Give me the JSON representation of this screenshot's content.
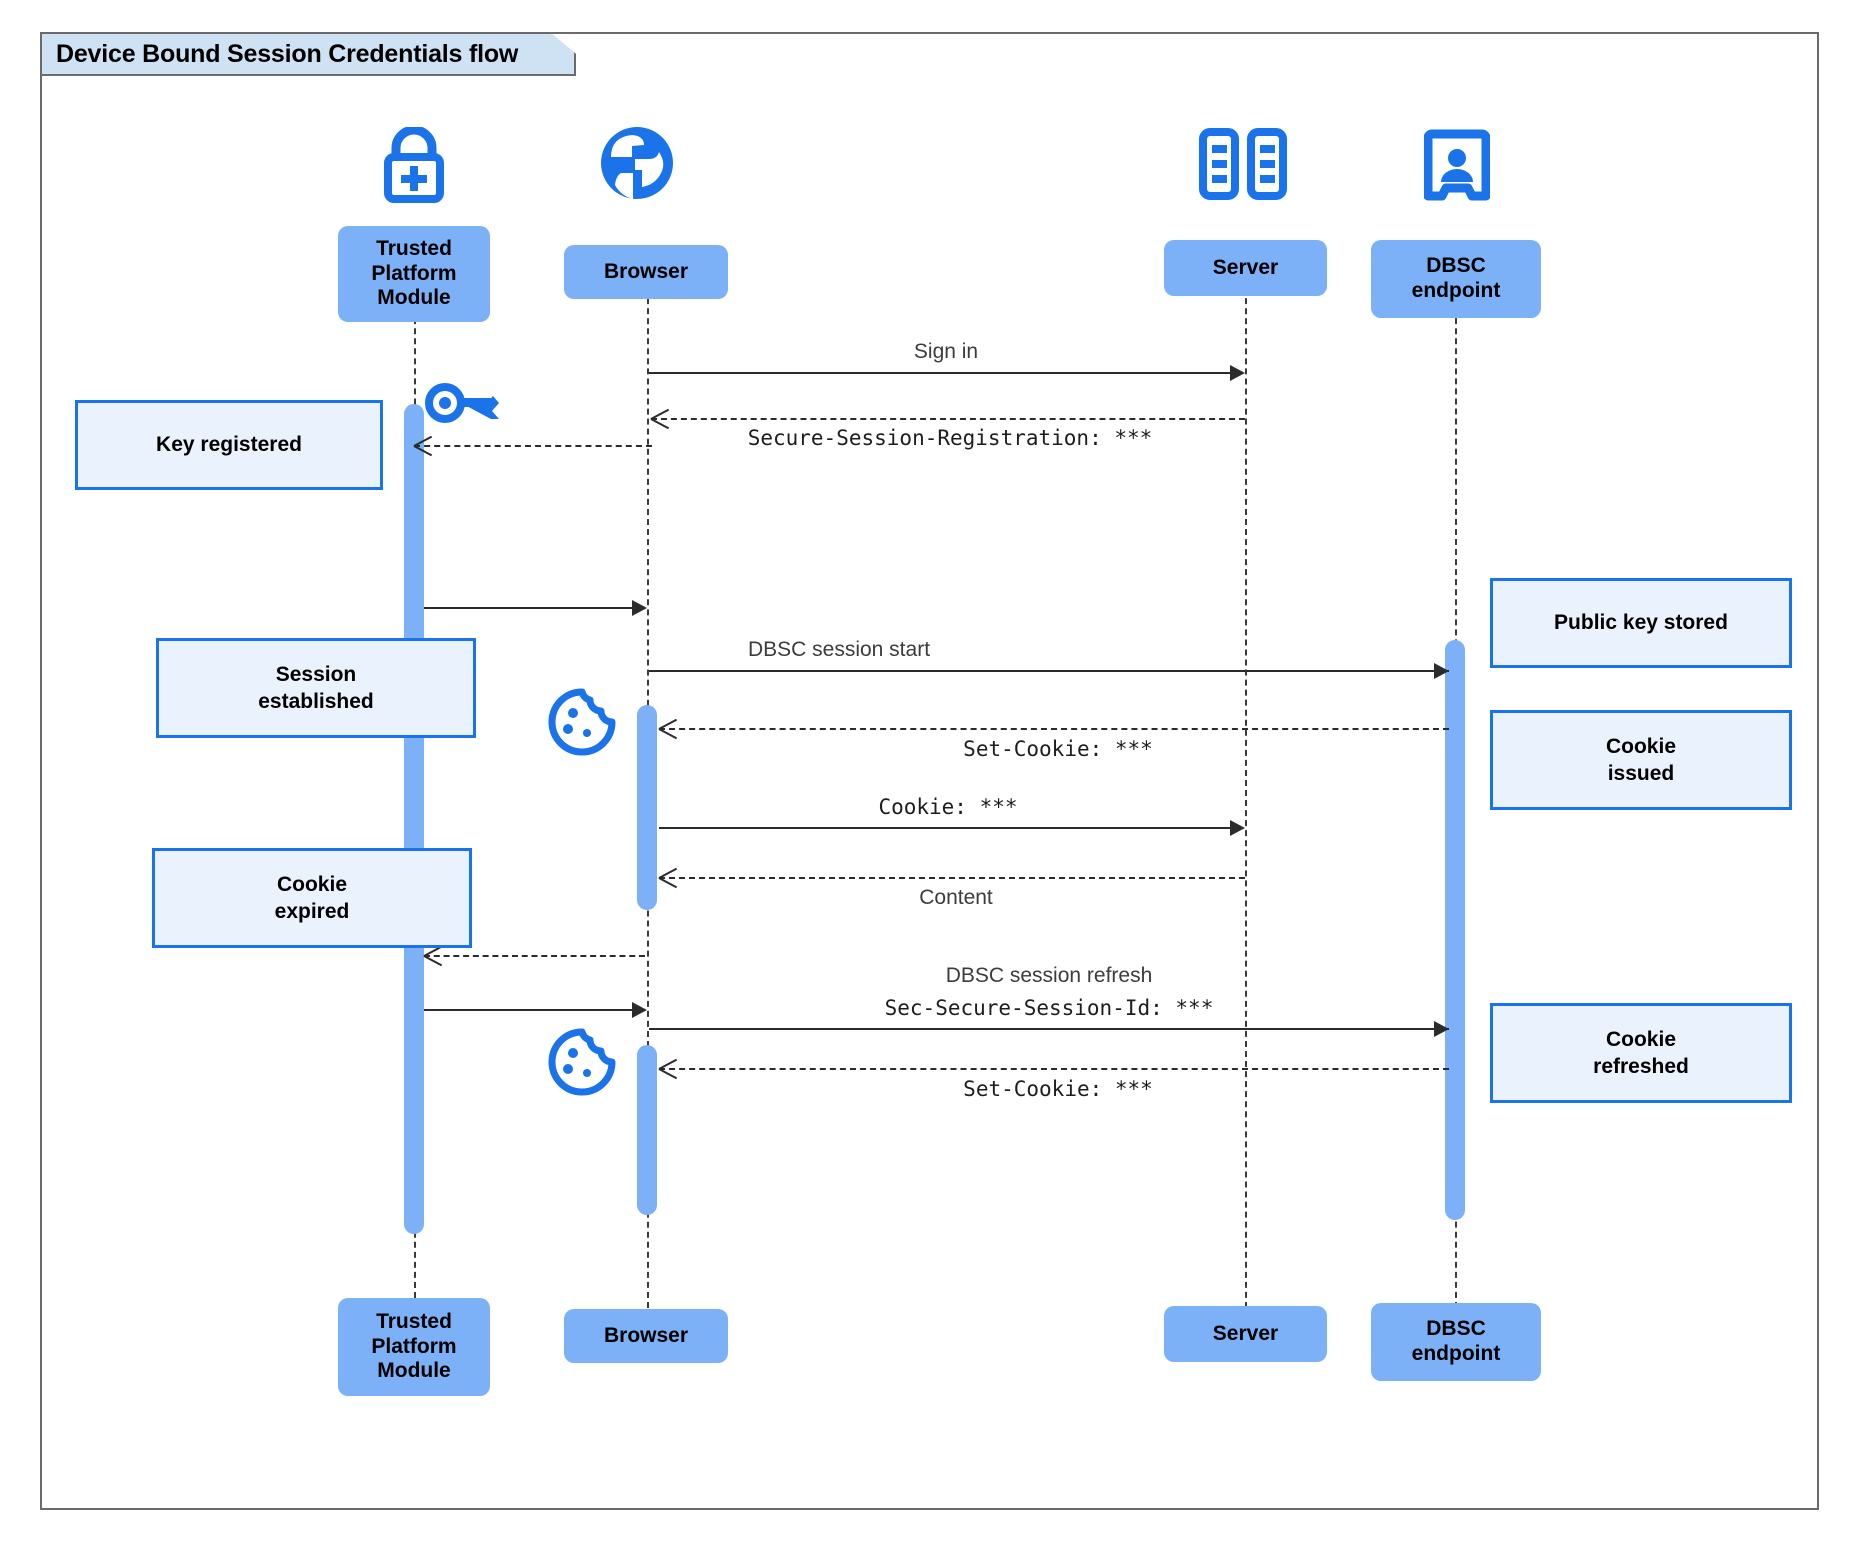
{
  "diagram": {
    "title": "Device Bound Session Credentials flow",
    "type": "uml-sequence-diagram",
    "colors": {
      "participant_fill": "#7cb0f7",
      "activation_fill": "#7cb0f7",
      "note_fill": "#eaf2fd",
      "note_border": "#1a73e8",
      "icon_blue": "#1a73e8",
      "title_fill": "#cfe2f3",
      "frame_border": "#6b6b6b",
      "line": "#2b2b2b"
    }
  },
  "participants": [
    {
      "id": "tpm",
      "label": "Trusted\nPlatform\nModule",
      "icon": "padlock-plus-icon"
    },
    {
      "id": "browser",
      "label": "Browser",
      "icon": "globe-icon"
    },
    {
      "id": "server",
      "label": "Server",
      "icon": "server-rack-icon"
    },
    {
      "id": "dbsc",
      "label": "DBSC\nendpoint",
      "icon": "id-badge-icon"
    }
  ],
  "participants_footer": [
    {
      "id": "tpm",
      "label": "Trusted\nPlatform\nModule"
    },
    {
      "id": "browser",
      "label": "Browser"
    },
    {
      "id": "server",
      "label": "Server"
    },
    {
      "id": "dbsc",
      "label": "DBSC\nendpoint"
    }
  ],
  "messages": [
    {
      "id": "m1",
      "label": "Sign in",
      "style": "solid",
      "font": "sans",
      "from": "browser",
      "to": "server"
    },
    {
      "id": "m2",
      "label": "Secure-Session-Registration: ***",
      "style": "dashed",
      "font": "mono",
      "from": "server",
      "to": "browser"
    },
    {
      "id": "m3",
      "label": "",
      "style": "solid",
      "font": "sans",
      "from": "tpm",
      "to": "browser"
    },
    {
      "id": "m4",
      "label": "DBSC session start",
      "style": "solid",
      "font": "sans",
      "from": "browser",
      "to": "dbsc"
    },
    {
      "id": "m5",
      "label": "Set-Cookie: ***",
      "style": "dashed",
      "font": "mono",
      "from": "dbsc",
      "to": "browser"
    },
    {
      "id": "m6",
      "label": "Cookie: ***",
      "style": "solid",
      "font": "mono",
      "from": "browser",
      "to": "server"
    },
    {
      "id": "m7",
      "label": "Content",
      "style": "dashed",
      "font": "sans",
      "from": "server",
      "to": "browser"
    },
    {
      "id": "m8",
      "label": "",
      "style": "dashed",
      "font": "sans",
      "from": "browser",
      "to": "tpm"
    },
    {
      "id": "m9",
      "label": "",
      "style": "solid",
      "font": "sans",
      "from": "tpm",
      "to": "browser"
    },
    {
      "id": "m10",
      "label_line1": "DBSC session refresh",
      "label_line2": "Sec-Secure-Session-Id: ***",
      "style": "solid",
      "font": "mixed",
      "from": "browser",
      "to": "dbsc"
    },
    {
      "id": "m11",
      "label": "Set-Cookie: ***",
      "style": "dashed",
      "font": "mono",
      "from": "dbsc",
      "to": "browser"
    }
  ],
  "notes_left": [
    {
      "id": "n1",
      "label": "Key registered"
    },
    {
      "id": "n2",
      "label": "Session\nestablished"
    },
    {
      "id": "n3",
      "label": "Cookie\nexpired"
    }
  ],
  "notes_right": [
    {
      "id": "n4",
      "label": "Public key stored"
    },
    {
      "id": "n5",
      "label": "Cookie\nissued"
    },
    {
      "id": "n6",
      "label": "Cookie\nrefreshed"
    }
  ],
  "inline_icons": [
    {
      "id": "key",
      "name": "key-icon",
      "near": "tpm"
    },
    {
      "id": "cookie1",
      "name": "cookie-icon",
      "near": "browser"
    },
    {
      "id": "cookie2",
      "name": "cookie-icon",
      "near": "browser"
    }
  ]
}
